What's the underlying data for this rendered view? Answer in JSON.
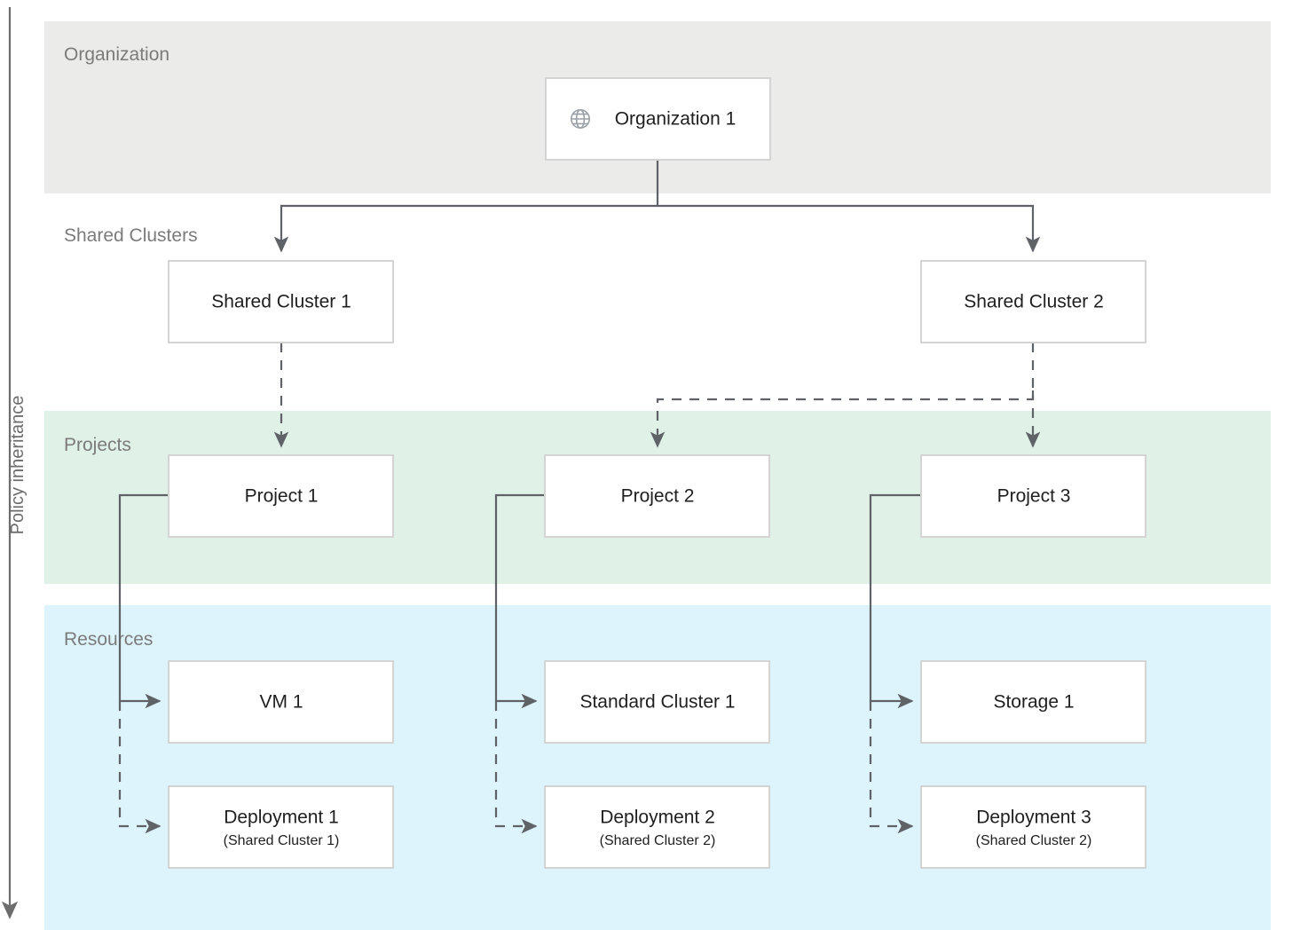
{
  "axis": {
    "label": "Policy inheritance",
    "arrow_direction": "down"
  },
  "colors": {
    "organization_band": "#ebebe9",
    "projects_band": "#e0f1e8",
    "resources_band": "#ddf4fd",
    "node_border": "#d4d4d4",
    "node_fill": "#ffffff",
    "connector": "#5f6368",
    "band_label_text": "#7b7b7b",
    "node_text": "#1f1f1f",
    "icon": "#9aa0a6"
  },
  "bands": [
    {
      "id": "organization",
      "label": "Organization"
    },
    {
      "id": "shared-clusters",
      "label": "Shared Clusters"
    },
    {
      "id": "projects",
      "label": "Projects"
    },
    {
      "id": "resources",
      "label": "Resources"
    }
  ],
  "nodes": {
    "organization_1": {
      "label": "Organization 1",
      "icon": "globe-icon"
    },
    "shared_cluster_1": {
      "label": "Shared Cluster 1"
    },
    "shared_cluster_2": {
      "label": "Shared Cluster 2"
    },
    "project_1": {
      "label": "Project 1"
    },
    "project_2": {
      "label": "Project 2"
    },
    "project_3": {
      "label": "Project 3"
    },
    "vm_1": {
      "label": "VM 1"
    },
    "standard_cluster_1": {
      "label": "Standard Cluster 1"
    },
    "storage_1": {
      "label": "Storage 1"
    },
    "deployment_1": {
      "label": "Deployment 1",
      "sublabel": "(Shared Cluster 1)"
    },
    "deployment_2": {
      "label": "Deployment 2",
      "sublabel": "(Shared Cluster 2)"
    },
    "deployment_3": {
      "label": "Deployment 3",
      "sublabel": "(Shared Cluster 2)"
    }
  },
  "edges": [
    {
      "from": "organization_1",
      "to": "shared_cluster_1",
      "style": "solid"
    },
    {
      "from": "organization_1",
      "to": "shared_cluster_2",
      "style": "solid"
    },
    {
      "from": "shared_cluster_1",
      "to": "project_1",
      "style": "dashed"
    },
    {
      "from": "shared_cluster_2",
      "to": "project_2",
      "style": "dashed"
    },
    {
      "from": "shared_cluster_2",
      "to": "project_3",
      "style": "dashed"
    },
    {
      "from": "project_1",
      "to": "vm_1",
      "style": "solid"
    },
    {
      "from": "project_1",
      "to": "deployment_1",
      "style": "dashed"
    },
    {
      "from": "project_2",
      "to": "standard_cluster_1",
      "style": "solid"
    },
    {
      "from": "project_2",
      "to": "deployment_2",
      "style": "dashed"
    },
    {
      "from": "project_3",
      "to": "storage_1",
      "style": "solid"
    },
    {
      "from": "project_3",
      "to": "deployment_3",
      "style": "dashed"
    }
  ]
}
